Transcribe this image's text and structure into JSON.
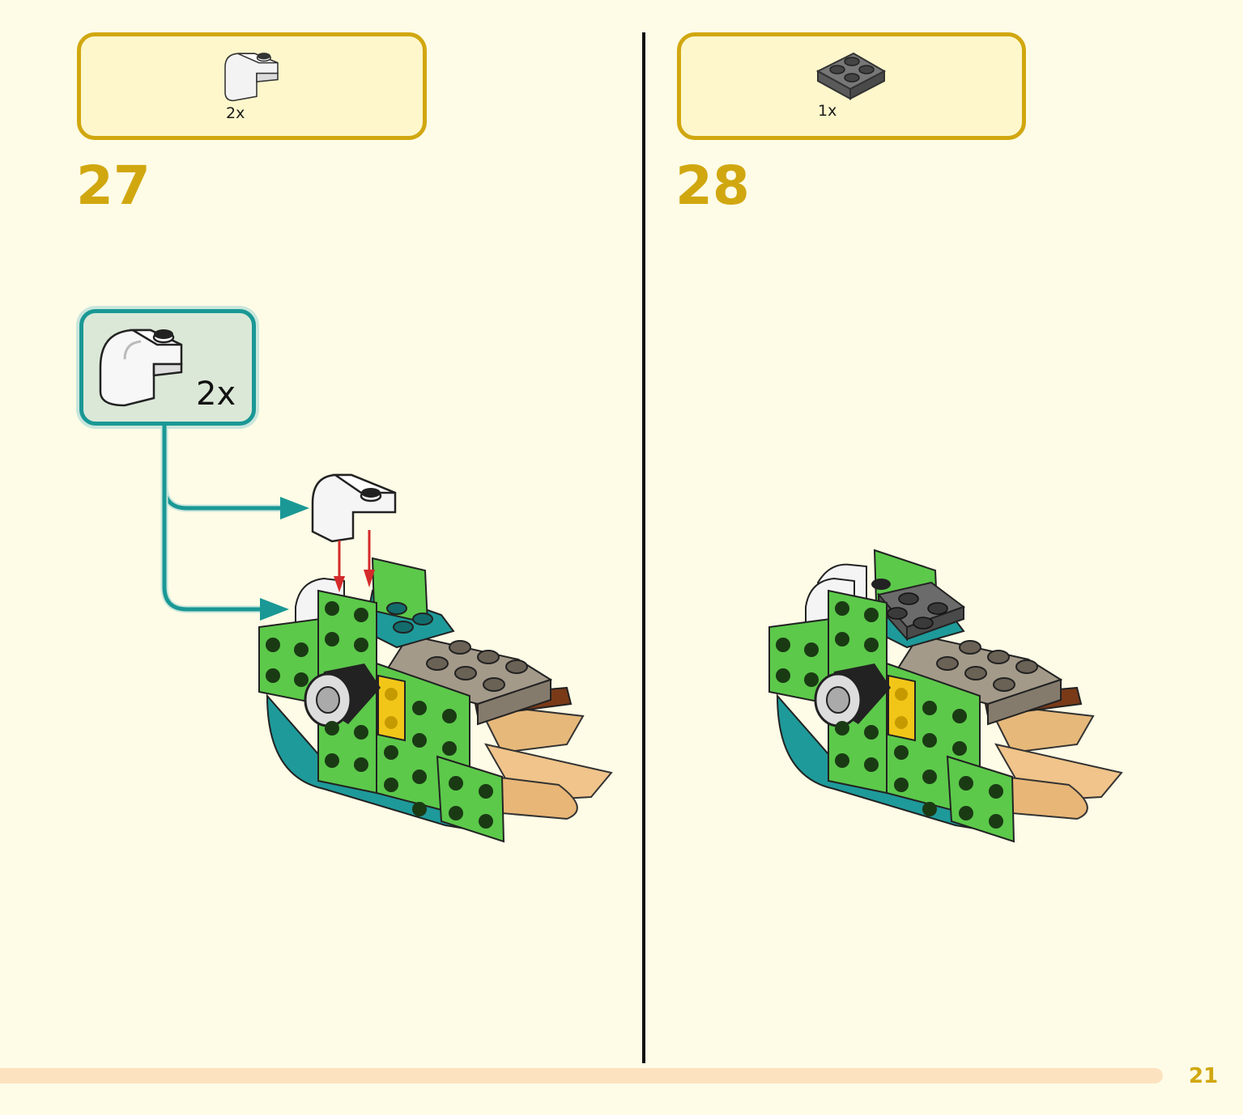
{
  "steps": [
    {
      "number": "27",
      "parts": [
        {
          "quantity": "2x",
          "part": "white-curved-slope-with-stud"
        }
      ],
      "callout": {
        "quantity": "2x"
      }
    },
    {
      "number": "28",
      "parts": [
        {
          "quantity": "1x",
          "part": "dark-gray-2x2-plate"
        }
      ]
    }
  ],
  "footer": {
    "page_number": "21"
  },
  "colors": {
    "accent_gold": "#d1a710",
    "callout_teal": "#1a9895",
    "background": "#fefce6",
    "brick_green": "#5cc94a",
    "brick_teal": "#1e9a9a",
    "brick_tan": "#a49a8a",
    "brick_dark_gray": "#6b6b6b",
    "arrow_red": "#d42a2a"
  }
}
